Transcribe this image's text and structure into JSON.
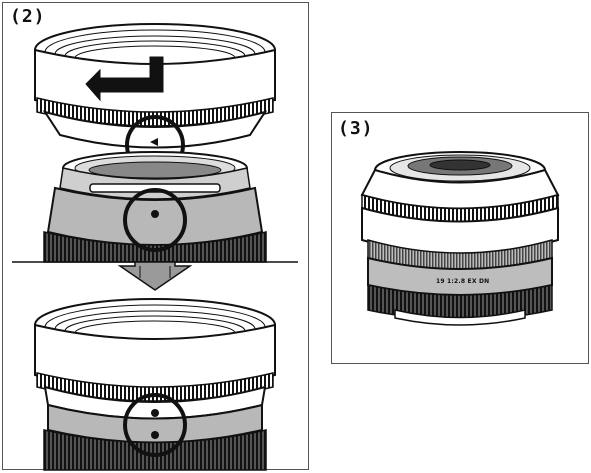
{
  "panels": {
    "left": {
      "label": "(2)"
    },
    "right": {
      "label": "(3)",
      "lens_marking": "19 1:2.8 EX DN"
    },
    "left_lower": {
      "label": ""
    }
  },
  "icons": {
    "rotate_arrow": "rotate-counterclockwise-arrow-icon",
    "down_arrow": "down-arrow-icon",
    "triangle_mark": "alignment-triangle-icon",
    "dot_mark": "alignment-dot-icon"
  },
  "colors": {
    "line": "#111111",
    "hood_fill": "#ffffff",
    "barrel_dark": "#3a3a3a",
    "barrel_mid": "#bdbdbd",
    "ring_gray": "#a9a9a9"
  }
}
